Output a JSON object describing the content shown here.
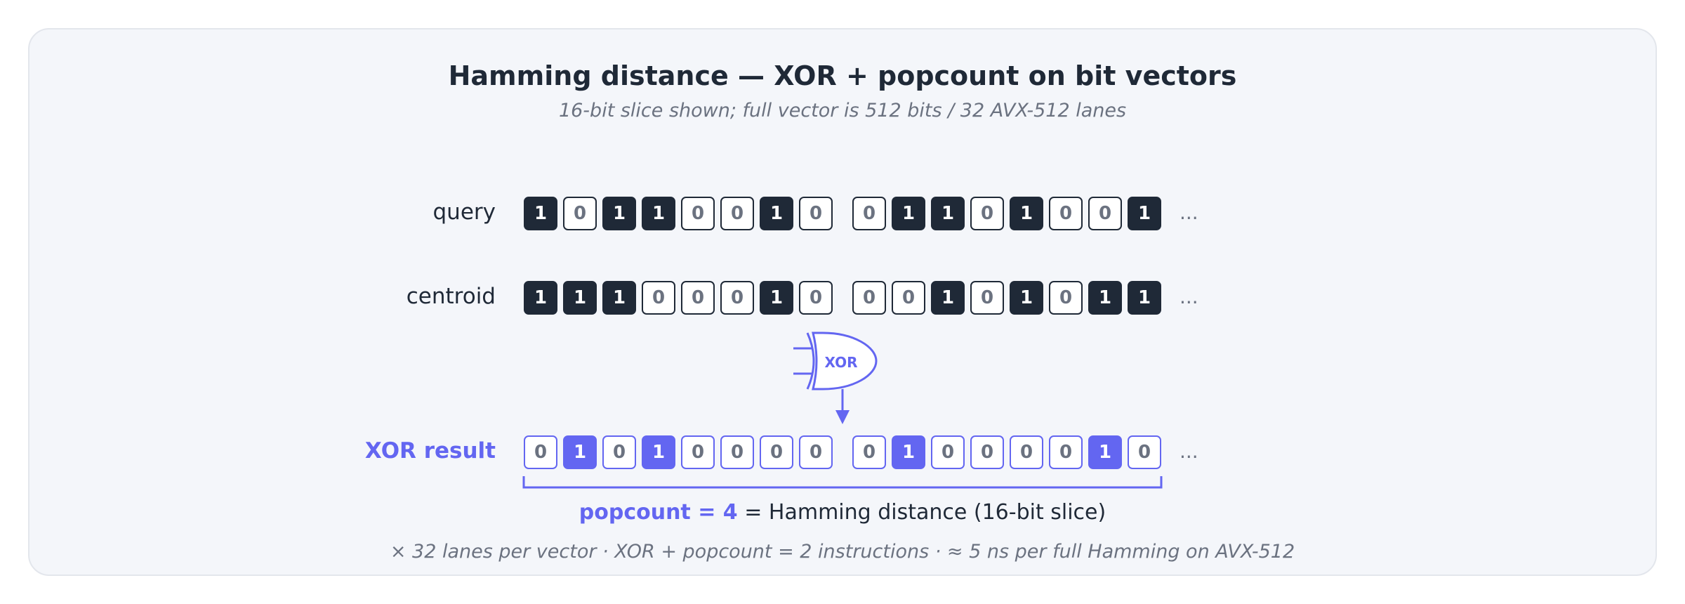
{
  "title": "Hamming distance — XOR + popcount on bit vectors",
  "subtitle": "16-bit slice shown; full vector is 512 bits / 32 AVX-512 lanes",
  "rows": [
    {
      "label": "query",
      "bits": [
        "1",
        "0",
        "1",
        "1",
        "0",
        "0",
        "1",
        "0",
        "0",
        "1",
        "1",
        "0",
        "1",
        "0",
        "0",
        "1"
      ]
    },
    {
      "label": "centroid",
      "bits": [
        "1",
        "1",
        "1",
        "0",
        "0",
        "0",
        "1",
        "0",
        "0",
        "0",
        "1",
        "0",
        "1",
        "0",
        "1",
        "1"
      ]
    },
    {
      "label": "XOR result",
      "bits": [
        "0",
        "1",
        "0",
        "1",
        "0",
        "0",
        "0",
        "0",
        "0",
        "1",
        "0",
        "0",
        "0",
        "0",
        "1",
        "0"
      ]
    }
  ],
  "ellipsis": "...",
  "gate_label": "XOR",
  "popcount_label": "popcount = 4",
  "popcount_suffix": " = Hamming distance (16-bit slice)",
  "footnote": "× 32 lanes per vector · XOR + popcount = 2 instructions · ≈ 5 ns per full Hamming on AVX-512",
  "colors": {
    "dark": "#1f2937",
    "accent": "#6366f1",
    "muted": "#6b7280",
    "background": "#f4f6fa"
  }
}
